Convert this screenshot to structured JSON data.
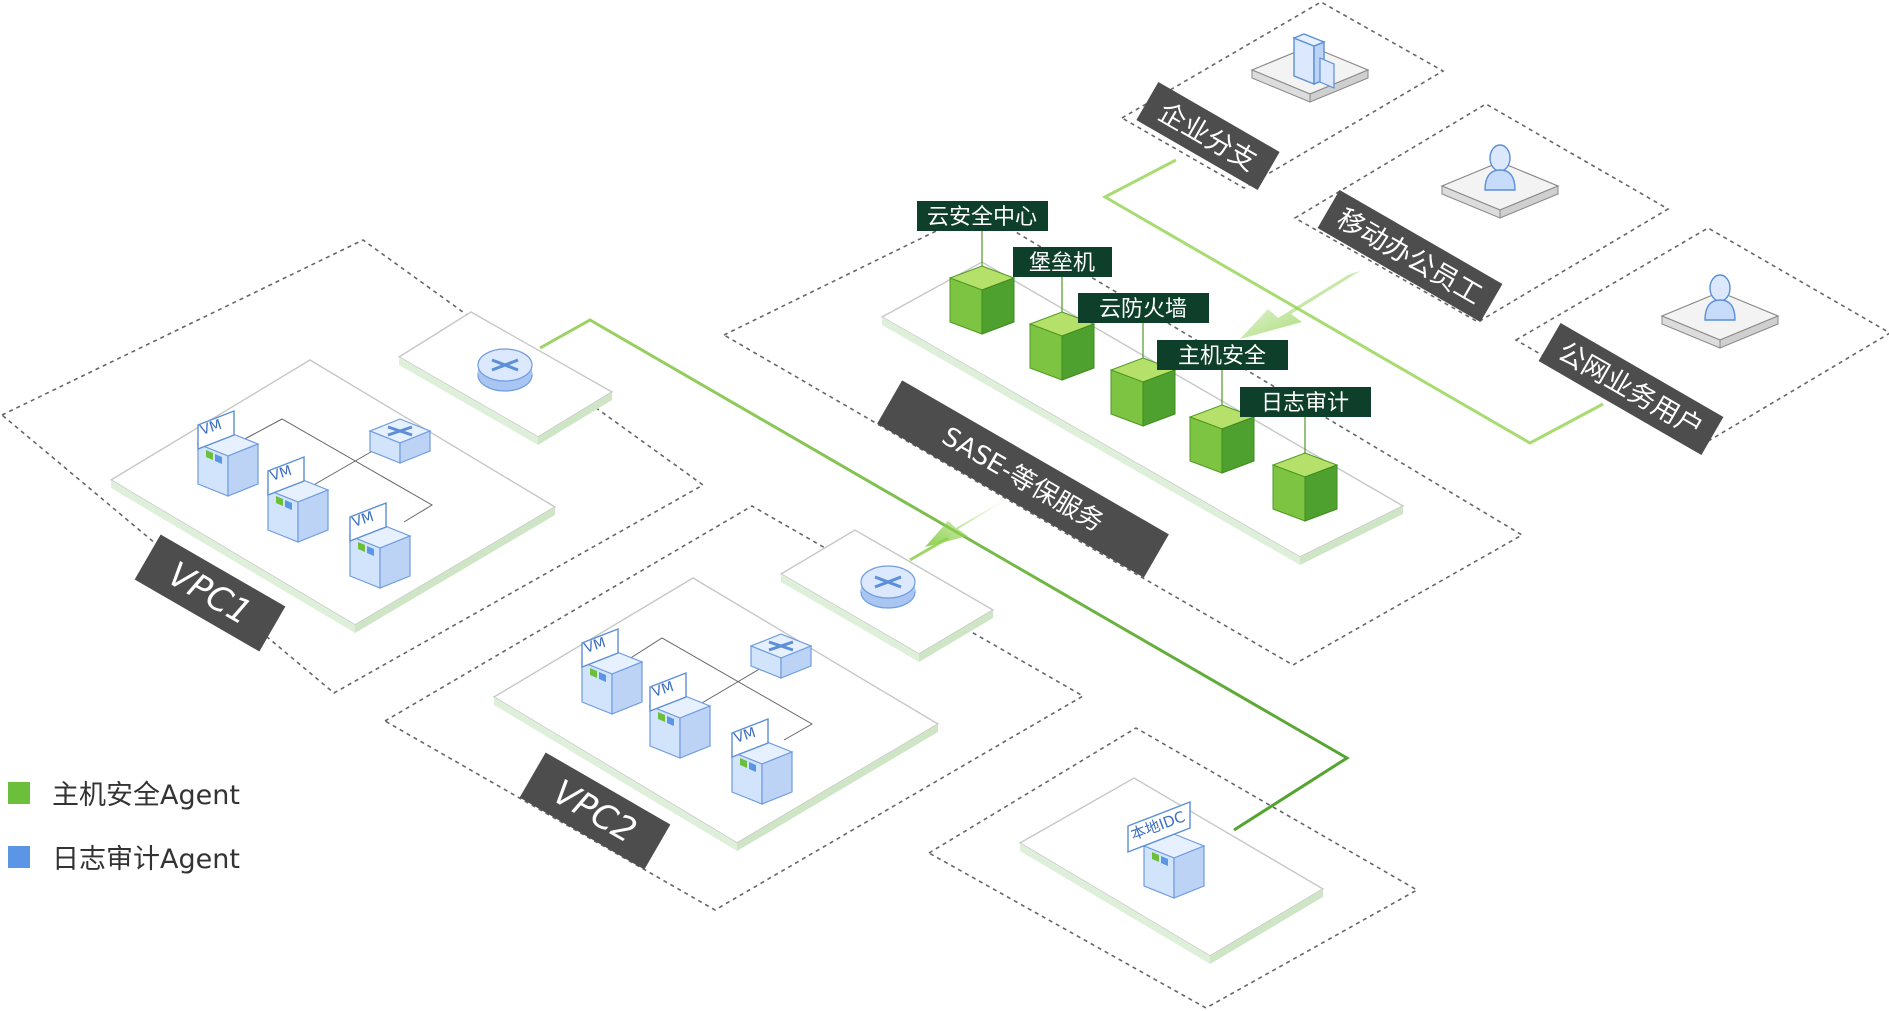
{
  "zones": {
    "vpc1": "VPC1",
    "vpc2": "VPC2",
    "sase": "SASE-等保服务",
    "branch": "企业分支",
    "mobile": "移动办公员工",
    "public_user": "公网业务用户"
  },
  "vm_label": "VM",
  "idc_label": "本地IDC",
  "services": [
    "云安全中心",
    "堡垒机",
    "云防火墙",
    "主机安全",
    "日志审计"
  ],
  "legend": [
    {
      "label": "主机安全Agent",
      "color": "#6cbf3a"
    },
    {
      "label": "日志审计Agent",
      "color": "#5b95e6"
    }
  ],
  "colors": {
    "accent_green": "#8fd14f",
    "label_dark": "#4d4d4d",
    "service_tag": "#0e3f2a",
    "device_blue": "#cfe0fb"
  }
}
